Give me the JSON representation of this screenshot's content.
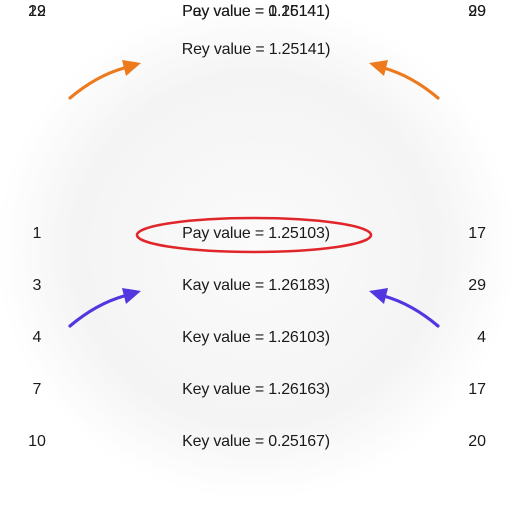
{
  "header": {
    "title": "Rey value = 1.25141)"
  },
  "rows": [
    {
      "left": "1",
      "center": "Pay value = 1.25103)",
      "right": "17"
    },
    {
      "left": "3",
      "center": "Kay value = 1.26183)",
      "right": "29"
    },
    {
      "left": "4",
      "center": "Key value = 1.26103)",
      "right": "4",
      "highlighted": true
    },
    {
      "left": "7",
      "center": "Key value = 1.26163)",
      "right": "17"
    },
    {
      "left": "10",
      "center": "Key value = 0.25167)",
      "right": "20"
    },
    {
      "left": "12",
      "center": "Pay value = 1.26141)",
      "right": "29"
    },
    {
      "left": "29",
      "center": "Pey value = 0.15141)",
      "right": "99"
    }
  ],
  "colors": {
    "highlight_ellipse": "#e0262a",
    "top_arrows": "#ee7a1e",
    "bottom_arrows": "#5236e0",
    "text": "#1a1a1a"
  },
  "icons": {
    "top_left_arrow": "arrow-up-right-icon",
    "top_right_arrow": "arrow-up-left-icon",
    "bottom_left_arrow": "arrow-up-right-icon",
    "bottom_right_arrow": "arrow-up-left-icon"
  }
}
